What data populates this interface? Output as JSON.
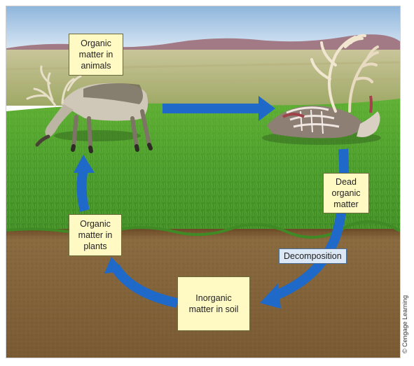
{
  "diagram": {
    "nodes": {
      "animals": [
        "Organic",
        "matter in",
        "animals"
      ],
      "dead": [
        "Dead",
        "organic",
        "matter"
      ],
      "soil": [
        "Inorganic",
        "matter in soil"
      ],
      "plants": [
        "Organic",
        "matter in",
        "plants"
      ]
    },
    "process_label": "Decomposition",
    "credit": "© Cengage Learning"
  },
  "colors": {
    "arrow": "#1f69c9",
    "label_fill": "#fff9c4",
    "process_fill": "#dde8f6",
    "grass": "#4a9a2c",
    "soil": "#7a5a33",
    "sky": "#aecbe6"
  }
}
